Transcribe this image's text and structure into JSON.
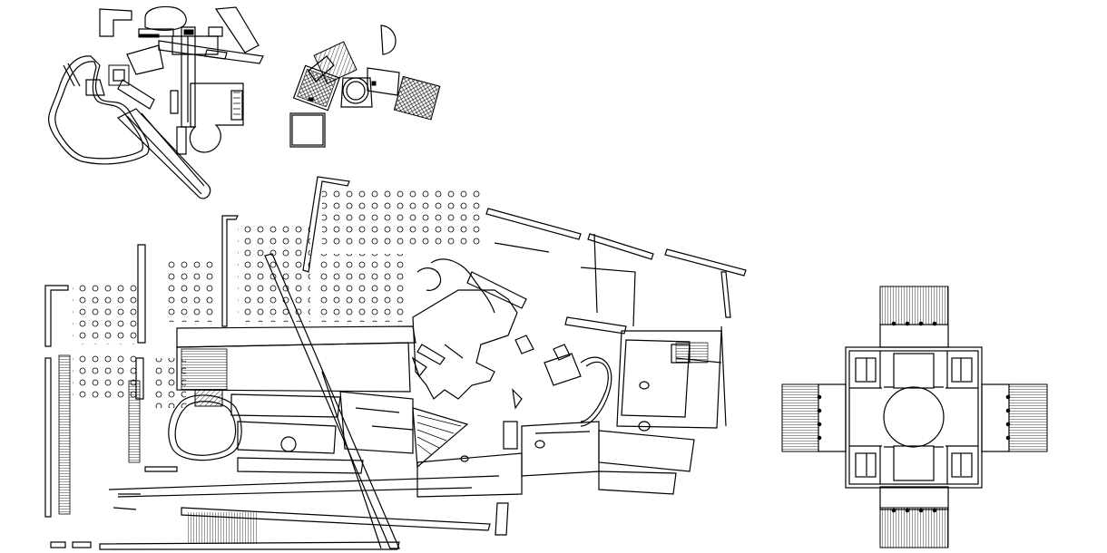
{
  "drawing": {
    "kind": "architectural plan composite",
    "line_color": "#000000",
    "background": "#ffffff",
    "items": [
      {
        "id": "villa-plan-upper-left",
        "description_icon": "plan-drawing-icon"
      },
      {
        "id": "pavilion-cluster-plan",
        "description_icon": "plan-drawing-icon"
      },
      {
        "id": "site-masterplan",
        "description_icon": "plan-drawing-icon"
      },
      {
        "id": "villa-rotonda-plan",
        "description_icon": "plan-drawing-icon"
      }
    ]
  }
}
